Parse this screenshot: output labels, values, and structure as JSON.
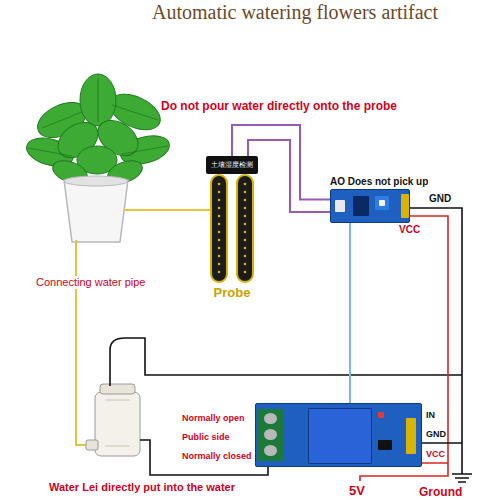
{
  "diagram": {
    "title": "Automatic watering flowers artifact",
    "nodes": [
      {
        "text": [
          "土壤湿度检测",
          "Probe"
        ]
      },
      {
        "text": [
          "AO Does not pick up"
        ]
      },
      {
        "text": [
          "Normally open",
          "Public side",
          "Normally closed"
        ]
      }
    ],
    "edges": [
      {
        "from": 0,
        "to": 1,
        "arrow": "none"
      },
      {
        "from": 1,
        "to": 2,
        "arrow": "none"
      }
    ],
    "labels": [
      "Do not pour water directly onto the probe",
      "GND",
      "VCC",
      "Connecting water pipe",
      "IN",
      "GND",
      "VCC",
      "Water Lei directly put into the water",
      "5V",
      "Ground"
    ]
  }
}
